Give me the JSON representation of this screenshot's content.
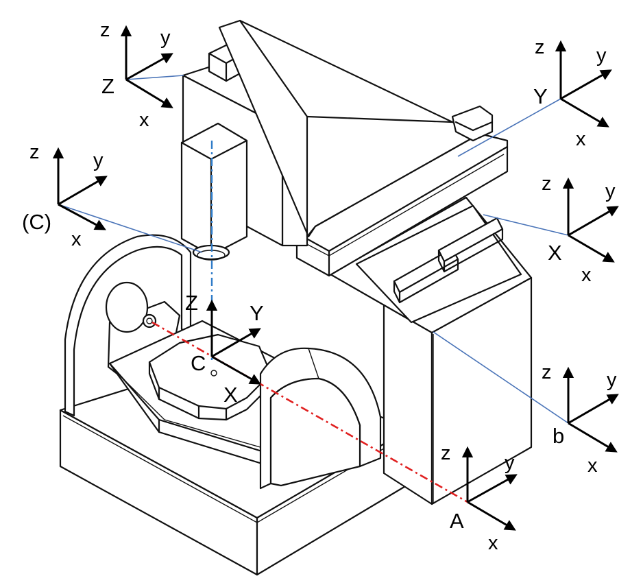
{
  "colors": {
    "line": "#111111",
    "leader": "#4a74b8",
    "spindle_axis": "#2f7cc8",
    "tilt_axis": "#e02020",
    "background": "#ffffff"
  },
  "frames": {
    "Z": {
      "name": "Z",
      "x": "x",
      "y": "y",
      "z": "z"
    },
    "Y": {
      "name": "Y",
      "x": "x",
      "y": "y",
      "z": "z"
    },
    "C_tool": {
      "name": "(C)",
      "x": "x",
      "y": "y",
      "z": "z"
    },
    "X": {
      "name": "X",
      "x": "x",
      "y": "y",
      "z": "z"
    },
    "b": {
      "name": "b",
      "x": "x",
      "y": "y",
      "z": "z"
    },
    "A": {
      "name": "A",
      "x": "x",
      "y": "y",
      "z": "z"
    },
    "workpiece": {
      "origin": "C",
      "x": "X",
      "y": "Y",
      "z": "Z"
    }
  }
}
